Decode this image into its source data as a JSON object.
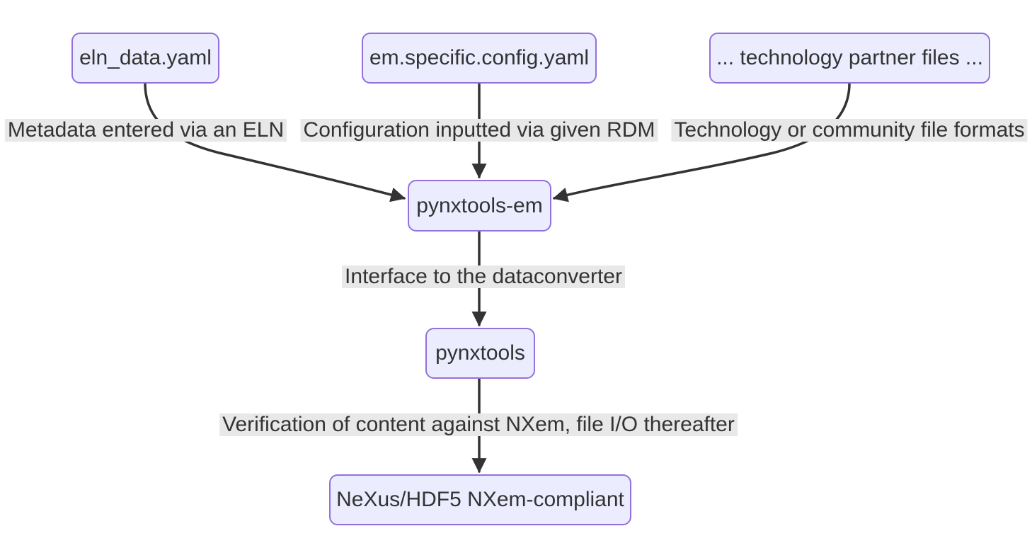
{
  "diagram": {
    "type": "flowchart",
    "direction": "top-down",
    "colors": {
      "background": "#FFFFFF",
      "node_fill": "#ECECFF",
      "node_border": "#9370DB",
      "text": "#333333",
      "edge": "#333333",
      "edge_label_bg": "#E8E8E8"
    },
    "nodes": [
      {
        "id": "eln_data_yaml",
        "label": "eln_data.yaml"
      },
      {
        "id": "em_specific_config_yaml",
        "label": "em.specific.config.yaml"
      },
      {
        "id": "technology_partner_files",
        "label": "... technology partner files ..."
      },
      {
        "id": "pynxtools_em",
        "label": "pynxtools-em"
      },
      {
        "id": "pynxtools",
        "label": "pynxtools"
      },
      {
        "id": "nexus_hdf5_nxem_compliant",
        "label": "NeXus/HDF5 NXem-compliant"
      }
    ],
    "edges": [
      {
        "from": "eln_data_yaml",
        "to": "pynxtools_em",
        "label": "Metadata entered via an ELN"
      },
      {
        "from": "em_specific_config_yaml",
        "to": "pynxtools_em",
        "label": "Configuration inputted via given RDM"
      },
      {
        "from": "technology_partner_files",
        "to": "pynxtools_em",
        "label": "Technology or community file formats"
      },
      {
        "from": "pynxtools_em",
        "to": "pynxtools",
        "label": "Interface to the dataconverter"
      },
      {
        "from": "pynxtools",
        "to": "nexus_hdf5_nxem_compliant",
        "label": "Verification of content against NXem, file I/O thereafter"
      }
    ]
  }
}
